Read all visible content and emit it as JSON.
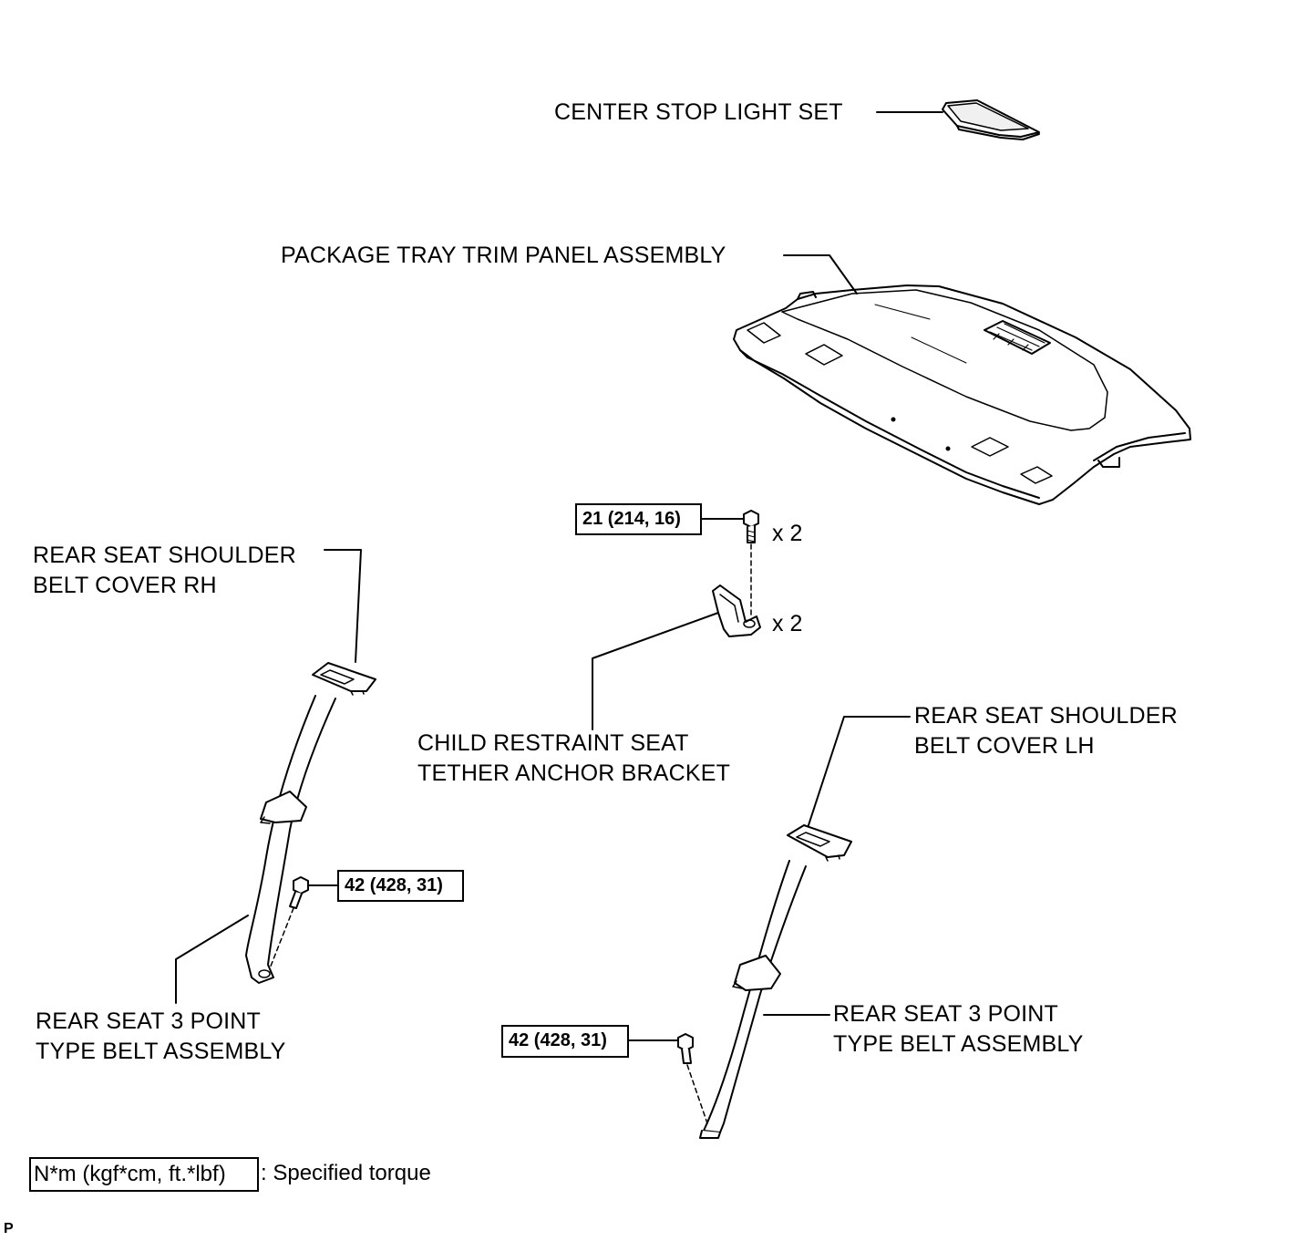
{
  "labels": {
    "center_stop_light": "CENTER STOP LIGHT SET",
    "package_tray": "PACKAGE TRAY TRIM PANEL ASSEMBLY",
    "cover_rh_line1": "REAR SEAT SHOULDER",
    "cover_rh_line2": "BELT COVER RH",
    "child_anchor_line1": "CHILD RESTRAINT SEAT",
    "child_anchor_line2": "TETHER ANCHOR BRACKET",
    "cover_lh_line1": "REAR SEAT SHOULDER",
    "cover_lh_line2": "BELT COVER LH",
    "belt_left_line1": "REAR SEAT 3 POINT",
    "belt_left_line2": "TYPE BELT ASSEMBLY",
    "belt_right_line1": "REAR SEAT 3 POINT",
    "belt_right_line2": "TYPE BELT ASSEMBLY"
  },
  "torques": {
    "anchor_bolt": "21 (214, 16)",
    "belt_left_bolt": "42 (428, 31)",
    "belt_right_bolt": "42 (428, 31)"
  },
  "quantities": {
    "anchor_bolt_qty": "x 2",
    "anchor_bracket_qty": "x 2"
  },
  "legend": {
    "unit_box": "N*m (kgf*cm, ft.*lbf)",
    "description": ": Specified torque"
  },
  "corner_code": "P"
}
